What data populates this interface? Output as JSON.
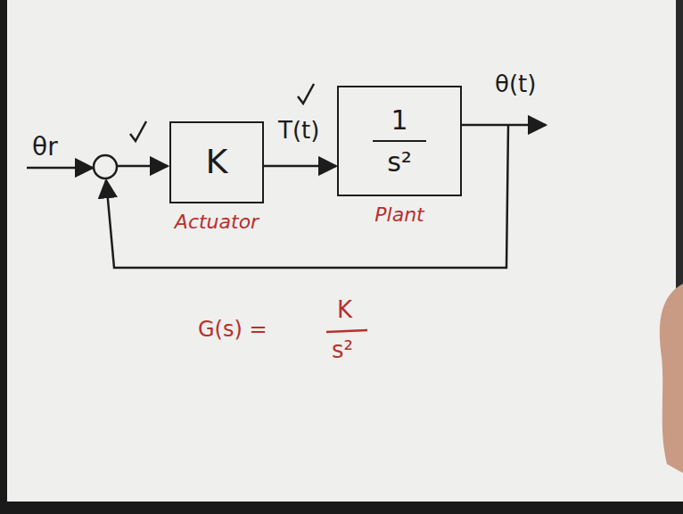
{
  "diagram": {
    "nodes": [
      {
        "text": [
          "K",
          "Actuator"
        ]
      },
      {
        "text": [
          "1",
          "s²",
          "Plant"
        ]
      }
    ],
    "edges": [
      {
        "from": 0,
        "to": 1,
        "arrow": "to",
        "label": "T(t)"
      }
    ],
    "labels": [
      "θr",
      "θ(t)",
      "G(s) =",
      "K",
      "s²"
    ]
  }
}
